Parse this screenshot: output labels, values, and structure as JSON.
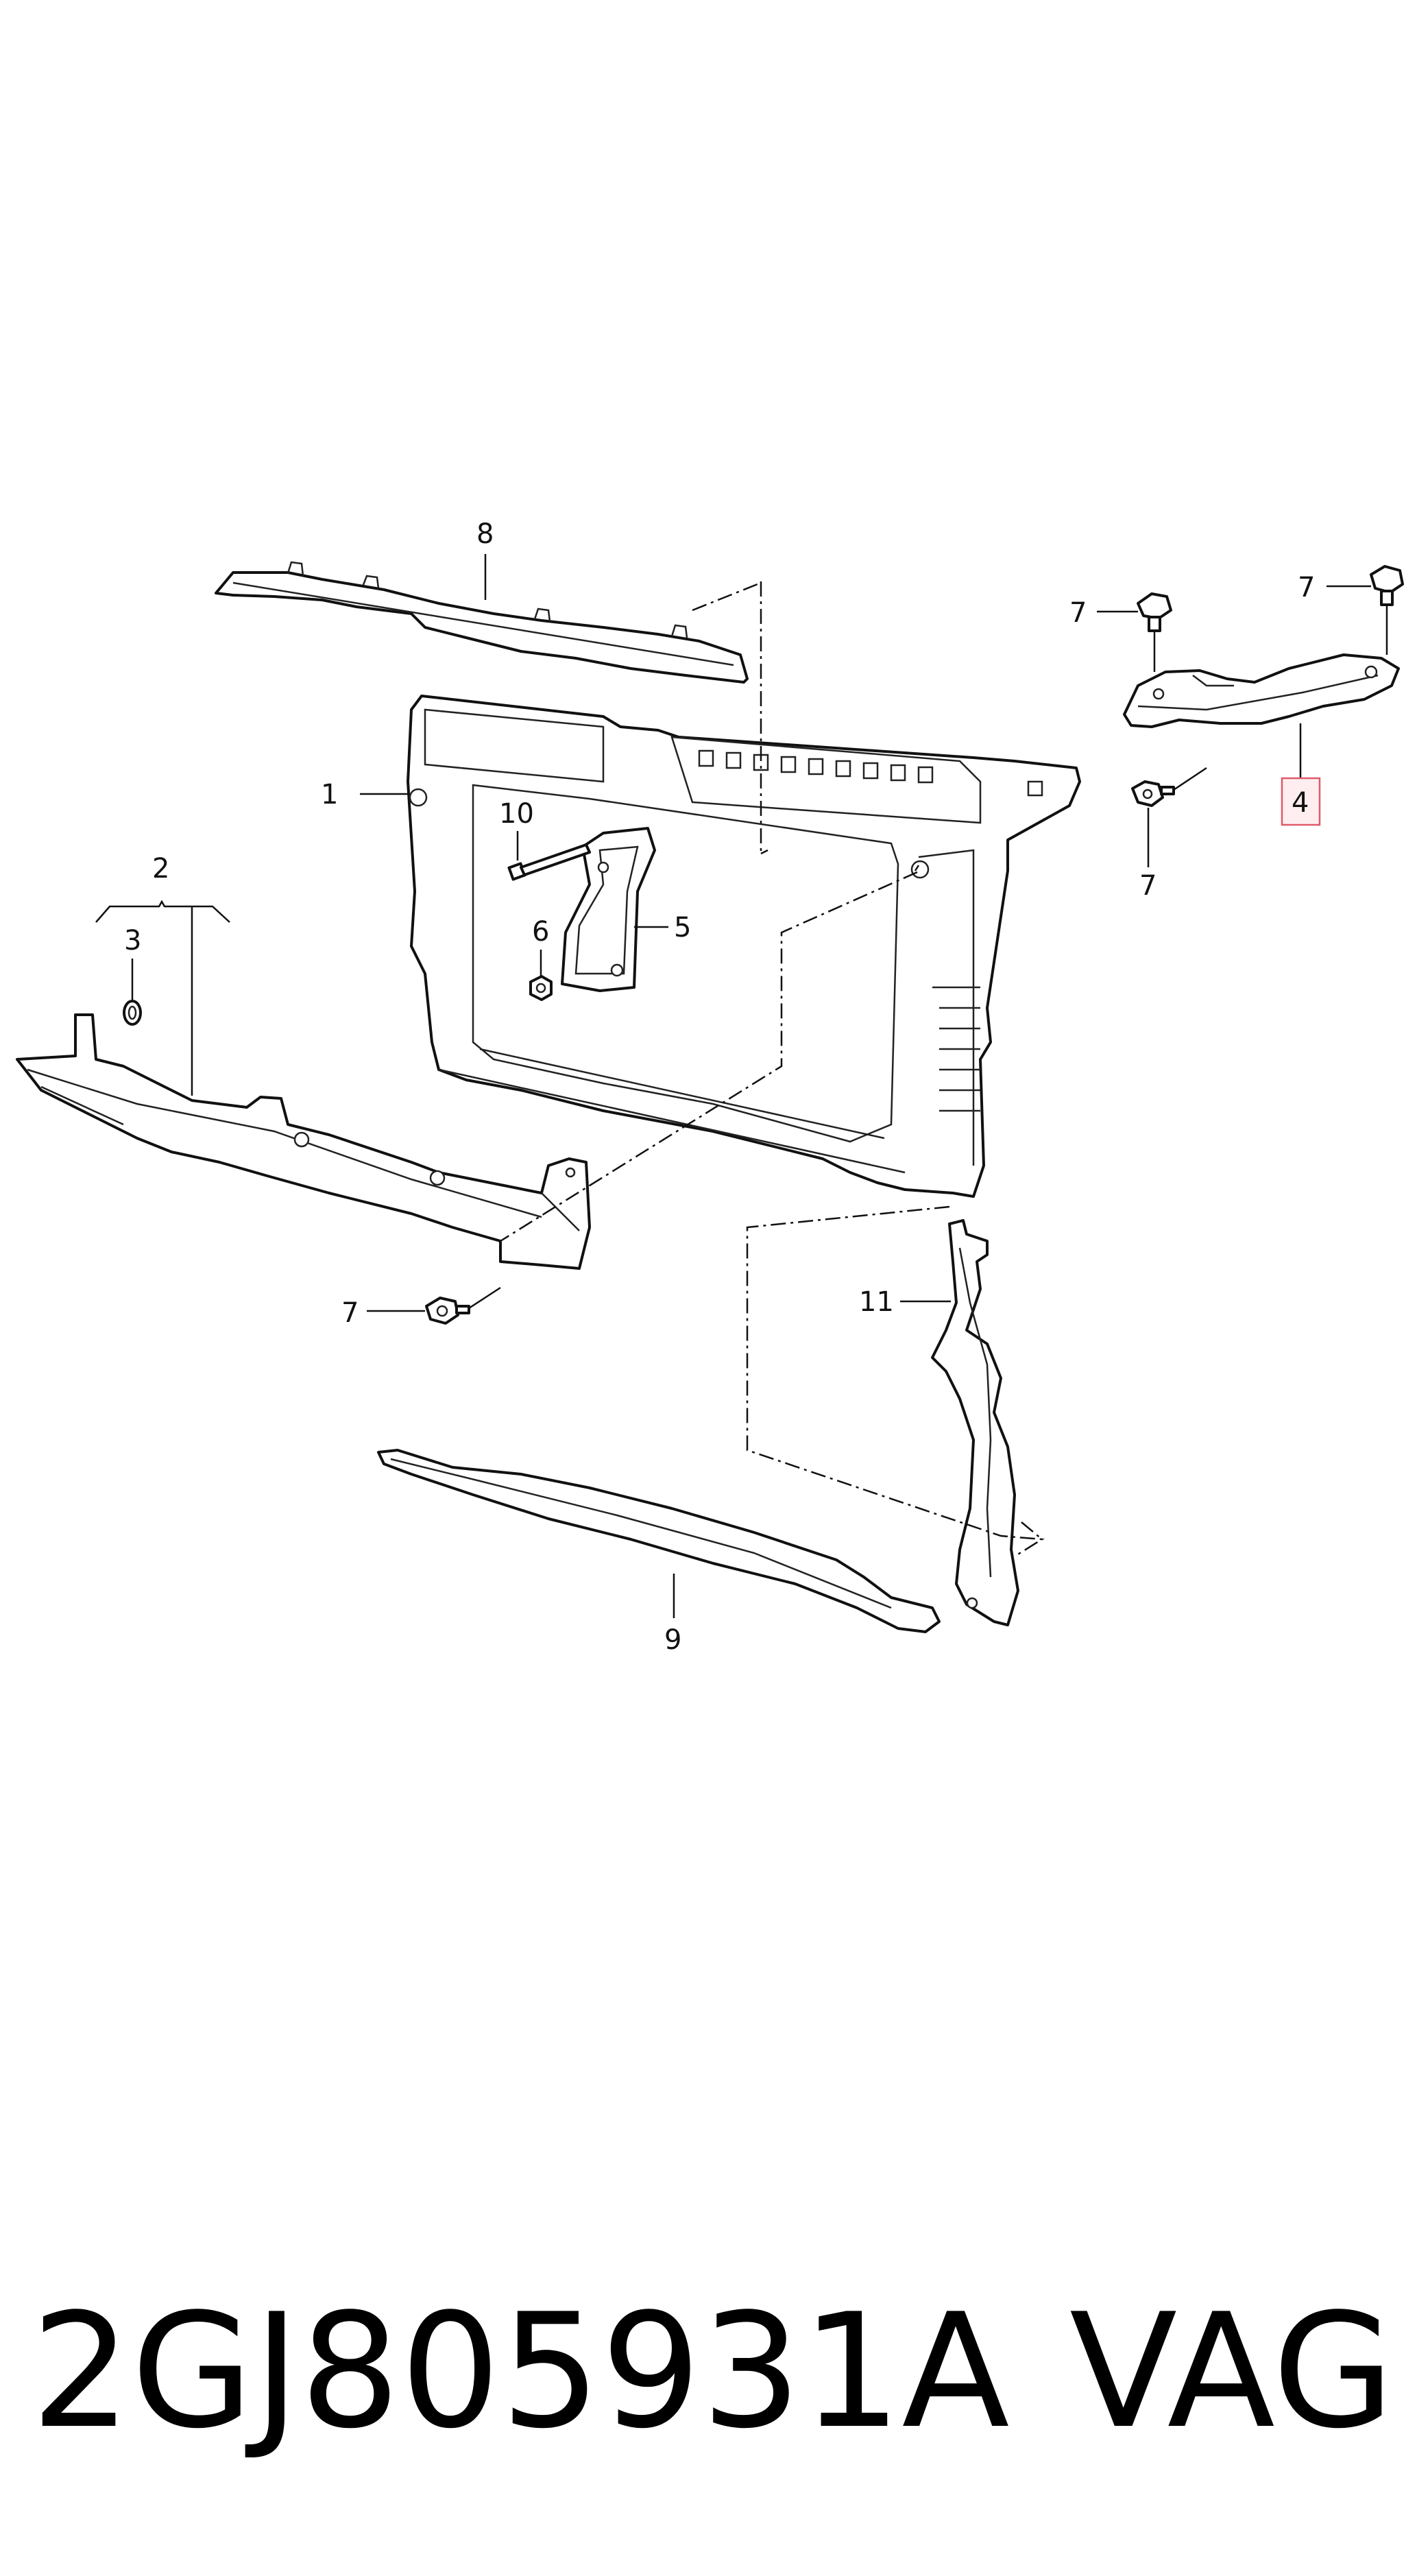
{
  "callouts": {
    "c1": "1",
    "c2": "2",
    "c3": "3",
    "c4": "4",
    "c5": "5",
    "c6": "6",
    "c7a": "7",
    "c7b": "7",
    "c7c": "7",
    "c7d": "7",
    "c8": "8",
    "c9": "9",
    "c10": "10",
    "c11": "11"
  },
  "highlighted_callout": "4",
  "highlight_color": "#e05a6a",
  "footer": {
    "part_number": "2GJ805931A",
    "brand": "VAG"
  }
}
